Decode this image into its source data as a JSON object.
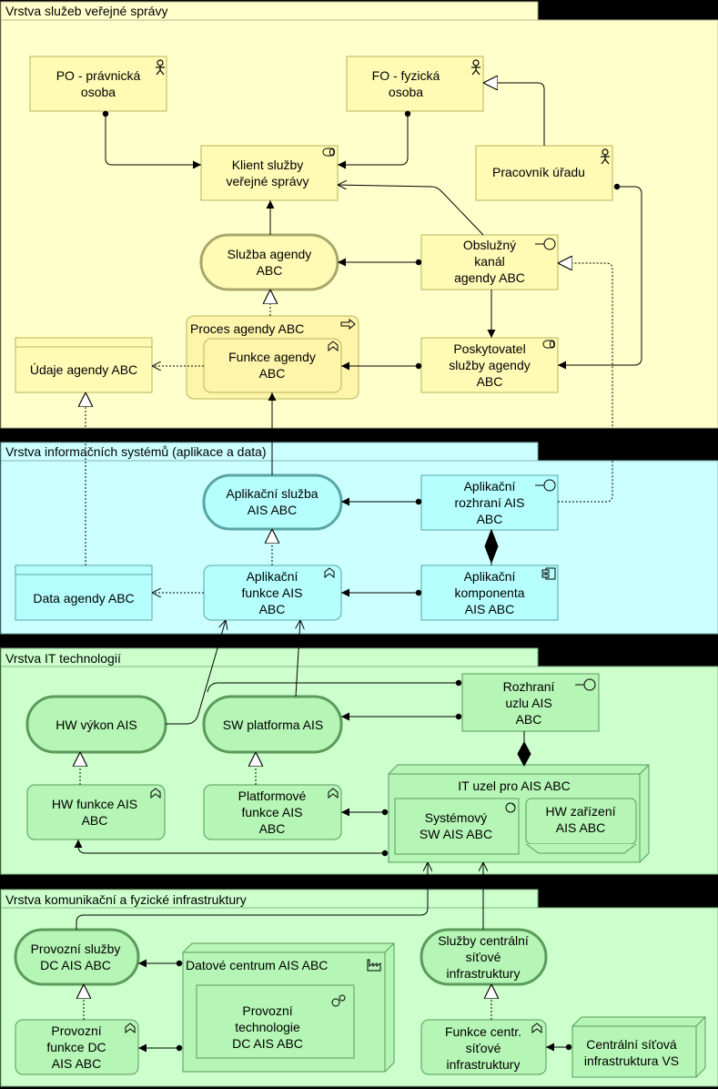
{
  "layers": {
    "business": "Vrstva služeb veřejné správy",
    "application": "Vrstva informačních systémů (aplikace a data)",
    "technology": "Vrstva IT technologií",
    "infrastructure": "Vrstva komunikační a fyzické infrastruktury"
  },
  "colors": {
    "business": "#ffffcc",
    "business_element": "#fffbb5",
    "application": "#ccffff",
    "application_element": "#b5ffff",
    "technology": "#ccffcc",
    "technology_element": "#b5f5b5"
  },
  "business": {
    "po_line1": "PO - právnická",
    "po_line2": "osoba",
    "fo_line1": "FO - fyzická",
    "fo_line2": "osoba",
    "klient_line1": "Klient služby",
    "klient_line2": "veřejné správy",
    "pracovnik": "Pracovník úřadu",
    "sluzba_line1": "Služba agendy",
    "sluzba_line2": "ABC",
    "kanal_line1": "Obslužný",
    "kanal_line2": "kanál",
    "kanal_line3": "agendy ABC",
    "proces": "Proces agendy ABC",
    "funkce_line1": "Funkce agendy",
    "funkce_line2": "ABC",
    "udaje": "Údaje agendy ABC",
    "poskyt_line1": "Poskytovatel",
    "poskyt_line2": "služby agendy",
    "poskyt_line3": "ABC"
  },
  "application": {
    "sluzba_line1": "Aplikační služba",
    "sluzba_line2": "AIS ABC",
    "rozhrani_line1": "Aplikační",
    "rozhrani_line2": "rozhraní AIS",
    "rozhrani_line3": "ABC",
    "data": "Data agendy ABC",
    "funkce_line1": "Aplikační",
    "funkce_line2": "funkce AIS",
    "funkce_line3": "ABC",
    "komp_line1": "Aplikační",
    "komp_line2": "komponenta",
    "komp_line3": "AIS ABC"
  },
  "technology": {
    "hw_vykon": "HW výkon AIS",
    "sw_platforma": "SW platforma AIS",
    "rozhrani_line1": "Rozhraní",
    "rozhrani_line2": "uzlu AIS",
    "rozhrani_line3": "ABC",
    "hw_funkce_line1": "HW funkce AIS",
    "hw_funkce_line2": "ABC",
    "plat_funkce_line1": "Platformové",
    "plat_funkce_line2": "funkce AIS",
    "plat_funkce_line3": "ABC",
    "uzel": "IT uzel pro AIS ABC",
    "sw_line1": "Systémový",
    "sw_line2": "SW AIS ABC",
    "hw_zar_line1": "HW zařízení",
    "hw_zar_line2": "AIS ABC"
  },
  "infrastructure": {
    "prov_sluzby_line1": "Provozní služby",
    "prov_sluzby_line2": "DC AIS ABC",
    "dc": "Datové centrum AIS ABC",
    "prov_tech_line1": "Provozní",
    "prov_tech_line2": "technologie",
    "prov_tech_line3": "DC AIS ABC",
    "prov_funkce_line1": "Provozní",
    "prov_funkce_line2": "funkce DC",
    "prov_funkce_line3": "AIS ABC",
    "sluzby_centr_line1": "Služby centrální",
    "sluzby_centr_line2": "síťové",
    "sluzby_centr_line3": "infrastruktury",
    "funkce_centr_line1": "Funkce centr.",
    "funkce_centr_line2": "síťové",
    "funkce_centr_line3": "infrastruktury",
    "centr_infra_line1": "Centrální síťová",
    "centr_infra_line2": "infrastruktura VS"
  }
}
